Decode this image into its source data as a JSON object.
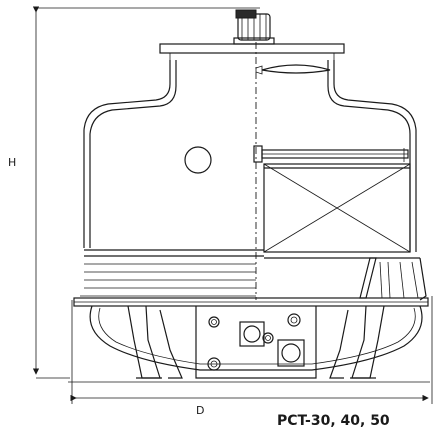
{
  "dimensions": {
    "height_label": "H",
    "diameter_label": "D"
  },
  "model": {
    "label": "PCT-30, 40, 50"
  },
  "colors": {
    "line": "#1a1a1a",
    "background": "#ffffff"
  }
}
